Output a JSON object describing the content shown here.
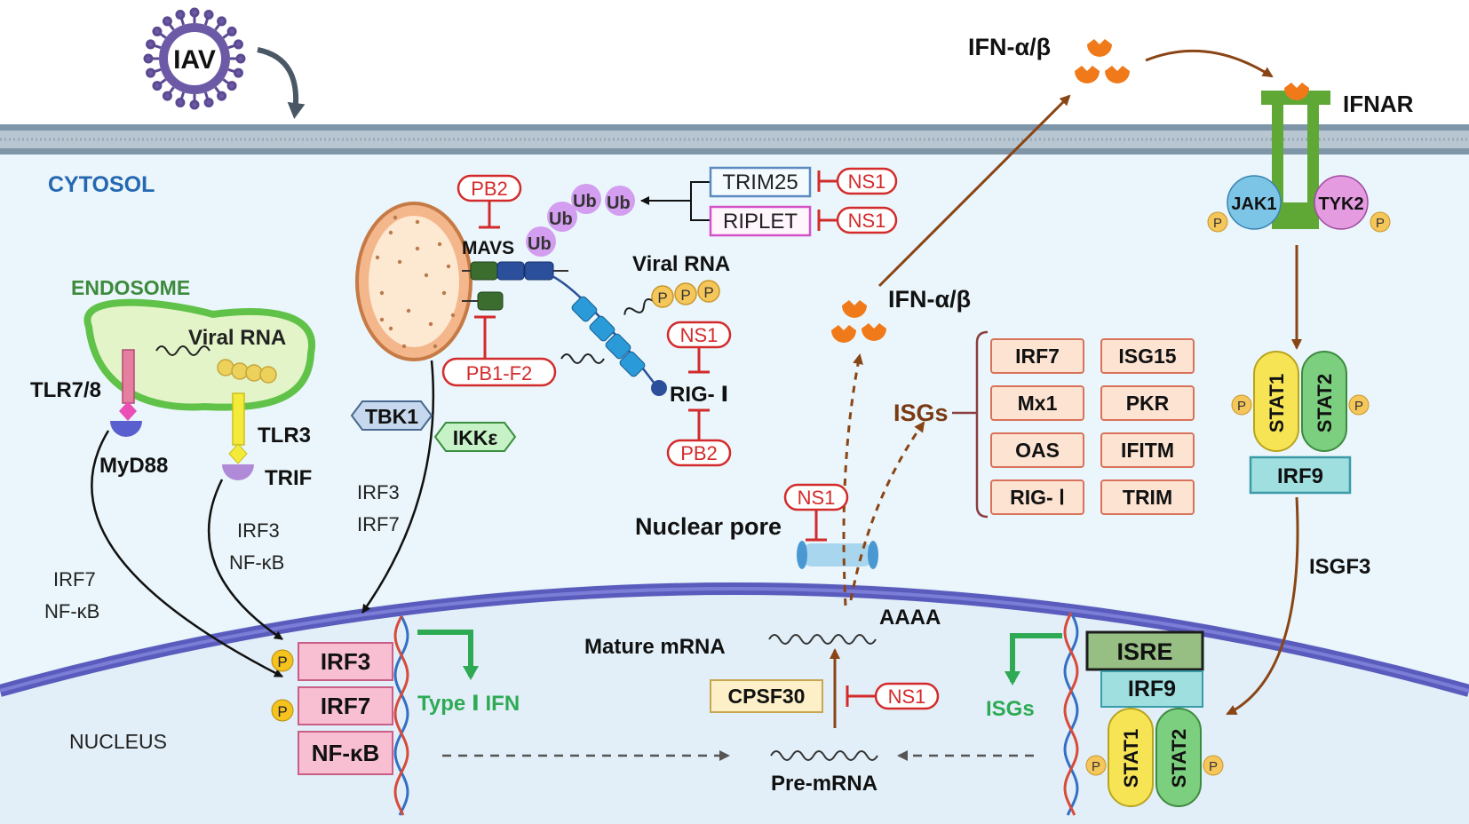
{
  "virus": "IAV",
  "compartments": {
    "cytosol": "CYTOSOL",
    "endosome": "ENDOSOME",
    "nucleus": "NUCLEUS",
    "nuclear_pore": "Nuclear pore"
  },
  "colors": {
    "cytosol": "#eaf6fb",
    "nucleus": "#e4f1f8",
    "membrane": "#8a9fb0",
    "nuclear_envelope": "#5a5cbd",
    "inhibitor": "#d32b2b",
    "activation_green": "#2eaa55",
    "ifn": "#f07a1a",
    "brown_arrow": "#8a4515"
  },
  "endosome": {
    "viral_rna": "Viral RNA",
    "tlr78": "TLR7/8",
    "tlr3": "TLR3",
    "myd88": "MyD88",
    "trif": "TRIF"
  },
  "pathway_labels": {
    "myd88_targets": [
      "IRF7",
      "NF-κB"
    ],
    "trif_targets": [
      "IRF3",
      "NF-κB"
    ],
    "tbk1_targets": [
      "IRF3",
      "IRF7"
    ]
  },
  "mito": {
    "mavs": "MAVS",
    "ub": [
      "Ub",
      "Ub",
      "Ub",
      "Ub"
    ],
    "trim25": "TRIM25",
    "riplet": "RIPLET",
    "ns1_labels": [
      "NS1",
      "NS1",
      "NS1",
      "NS1"
    ],
    "pb2_labels": [
      "PB2",
      "PB2"
    ],
    "pb1f2": "PB1-F2",
    "viral_rna": "Viral RNA",
    "ppp": [
      "P",
      "P",
      "P"
    ],
    "rigi": "RIG- Ⅰ",
    "tbk1": "TBK1",
    "ikke": "IKKε"
  },
  "ifn": {
    "secreted": "IFN-α/β",
    "cytosolic": "IFN-α/β",
    "receptor": "IFNAR",
    "jak1": "JAK1",
    "tyk2": "TYK2",
    "phospho": "P"
  },
  "isgs": {
    "label": "ISGs",
    "items": [
      "IRF7",
      "ISG15",
      "Mx1",
      "PKR",
      "OAS",
      "IFITM",
      "RIG- Ⅰ",
      "TRIM"
    ]
  },
  "stat": {
    "stat1": "STAT1",
    "stat2": "STAT2",
    "irf9": "IRF9",
    "isgf3": "ISGF3",
    "isre": "ISRE",
    "isgs_out": "ISGs"
  },
  "nucleus": {
    "irf3": "IRF3",
    "irf7": "IRF7",
    "nfkb": "NF-κB",
    "phospho": "P",
    "type1_ifn": "Type Ⅰ IFN",
    "mature_mrna": "Mature mRNA",
    "aaaa": "AAAA",
    "pre_mrna": "Pre-mRNA",
    "cpsf30": "CPSF30",
    "ns1": "NS1"
  }
}
